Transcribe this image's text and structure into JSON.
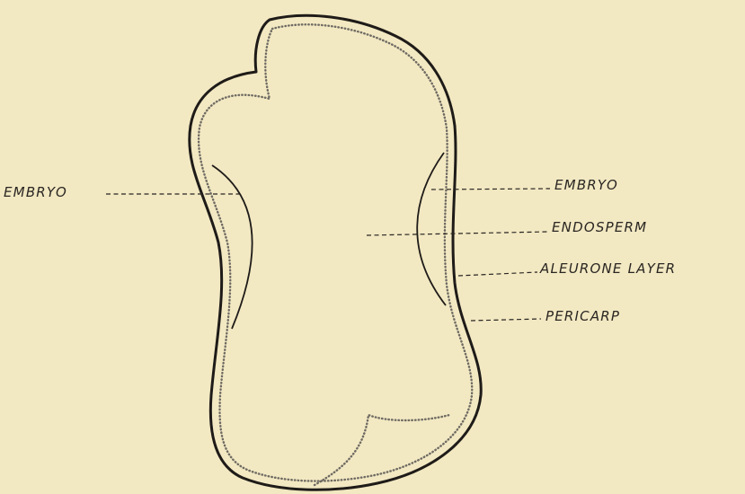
{
  "labels": {
    "embryo_left": "EMBRYO",
    "embryo_right": "EMBRYO",
    "endosperm": "ENDOSPERM",
    "aleurone": "ALEURONE LAYER",
    "pericarp": "PERICARP"
  },
  "colors": {
    "paper": "#f2e8c2",
    "ink": "#1e1b18",
    "dotted_layer": "#6e6a62"
  }
}
